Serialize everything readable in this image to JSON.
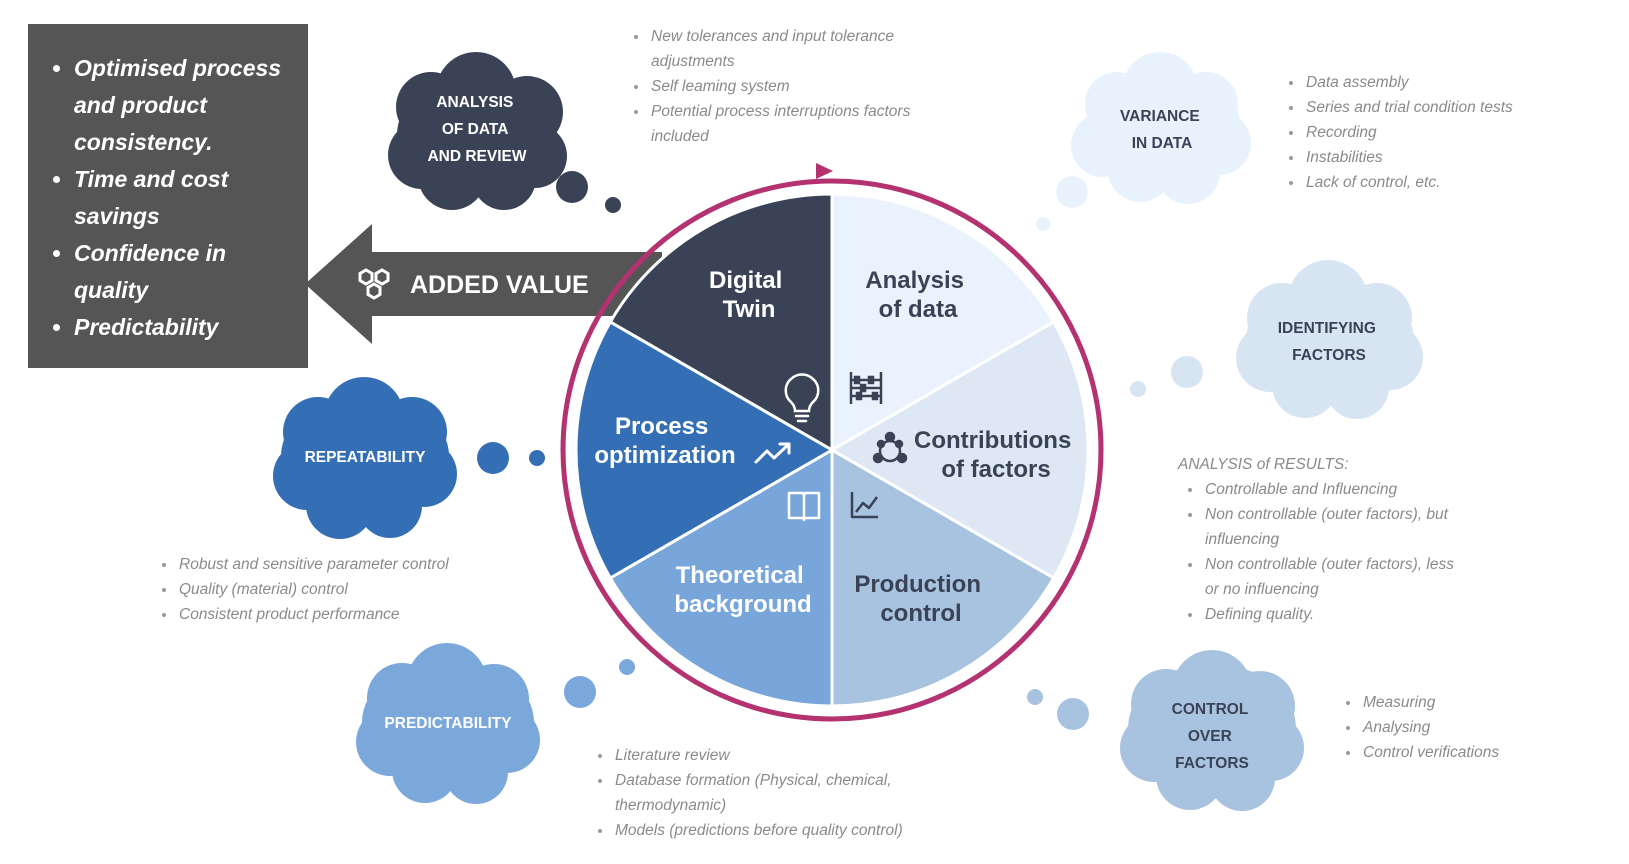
{
  "value_box": {
    "items": [
      "Optimised process and product consistency.",
      "Time and cost savings",
      "Confidence in quality",
      "Predictability"
    ]
  },
  "added_value": {
    "label": "ADDED VALUE",
    "icon": "hexagon-network-icon"
  },
  "segments": {
    "digital_twin": {
      "line1": "Digital",
      "line2": "Twin",
      "color": "#3a4356",
      "icon": "lightbulb-icon"
    },
    "analysis": {
      "line1": "Analysis",
      "line2": "of data",
      "color": "#eaf3fd",
      "icon": "abacus-icon"
    },
    "contributions": {
      "line1": "Contributions",
      "line2": "of factors",
      "color": "#dde8f4",
      "icon": "molecule-icon"
    },
    "production": {
      "line1": "Production",
      "line2": "control",
      "color": "#a8c3e0",
      "icon": "line-chart-icon"
    },
    "theoretical": {
      "line1": "Theoretical",
      "line2": "background",
      "color": "#78a6da",
      "icon": "book-icon"
    },
    "process": {
      "line1": "Process",
      "line2": "optimization",
      "color": "#346fb6",
      "icon": "trend-up-icon"
    }
  },
  "ring_color": "#b3326f",
  "clouds": {
    "analysis_review": {
      "lines": [
        "ANALYSIS",
        "OF DATA",
        "AND REVIEW"
      ],
      "color": "#3a4356"
    },
    "variance": {
      "lines": [
        "VARIANCE",
        "IN DATA"
      ],
      "color": "#e8f2fd"
    },
    "identifying": {
      "lines": [
        "IDENTIFYING",
        "FACTORS"
      ],
      "color": "#d7e4f2"
    },
    "control": {
      "lines": [
        "CONTROL",
        "OVER",
        "FACTORS"
      ],
      "color": "#a8c3e0"
    },
    "predictability": {
      "lines": [
        "PREDICTABILITY"
      ],
      "color": "#7aa8da"
    },
    "repeatability": {
      "lines": [
        "REPEATABILITY"
      ],
      "color": "#346fb6"
    }
  },
  "notes": {
    "top": [
      "New tolerances and input tolerance adjustments",
      "Self leaming system",
      "Potential process interruptions factors included"
    ],
    "variance": [
      "Data assembly",
      "Series and trial condition tests",
      "Recording",
      "Instabilities",
      "Lack of control, etc."
    ],
    "results_heading": "ANALYSIS of RESULTS:",
    "results": [
      "Controllable and Influencing",
      "Non controllable (outer factors), but influencing",
      "Non controllable (outer factors), less or no influencing",
      "Defining quality."
    ],
    "control": [
      "Measuring",
      "Analysing",
      "Control verifications"
    ],
    "predictability": [
      "Literature review",
      "Database formation (Physical, chemical, thermodynamic)",
      "Models (predictions before quality control)"
    ],
    "repeatability": [
      "Robust and sensitive parameter control",
      "Quality (material) control",
      "Consistent product performance"
    ]
  }
}
